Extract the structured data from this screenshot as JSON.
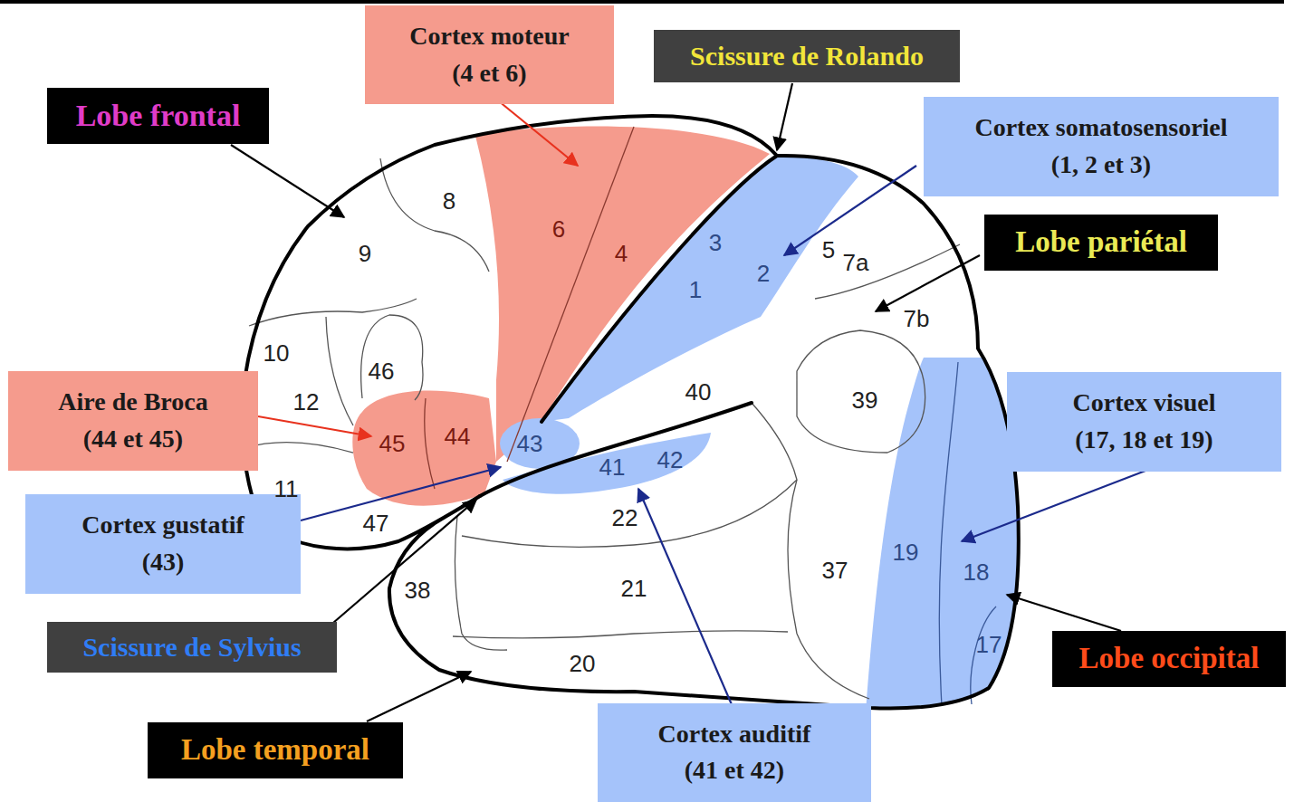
{
  "diagram": {
    "nodes": [
      {
        "text": [
          "Cortex moteur (4 et 6)"
        ]
      },
      {
        "text": [
          "Scissure de Rolando"
        ]
      },
      {
        "text": [
          "Lobe frontal"
        ]
      },
      {
        "text": [
          "Cortex somatosensoriel (1, 2 et 3)"
        ]
      },
      {
        "text": [
          "Lobe pariétal"
        ]
      },
      {
        "text": [
          "Aire de Broca (44 et 45)"
        ]
      },
      {
        "text": [
          "Cortex visuel (17, 18 et 19)"
        ]
      },
      {
        "text": [
          "Cortex gustatif (43)"
        ]
      },
      {
        "text": [
          "Scissure de Sylvius"
        ]
      },
      {
        "text": [
          "Lobe occipital"
        ]
      },
      {
        "text": [
          "Cortex auditif (41 et 42)"
        ]
      },
      {
        "text": [
          "Lobe temporal"
        ]
      }
    ],
    "labels": [
      "8",
      "6",
      "4",
      "3",
      "5",
      "9",
      "7a",
      "1",
      "2",
      "7b",
      "10",
      "46",
      "12",
      "40",
      "39",
      "45",
      "44",
      "43",
      "41",
      "42",
      "11",
      "47",
      "22",
      "19",
      "18",
      "38",
      "21",
      "37",
      "17",
      "20"
    ]
  }
}
